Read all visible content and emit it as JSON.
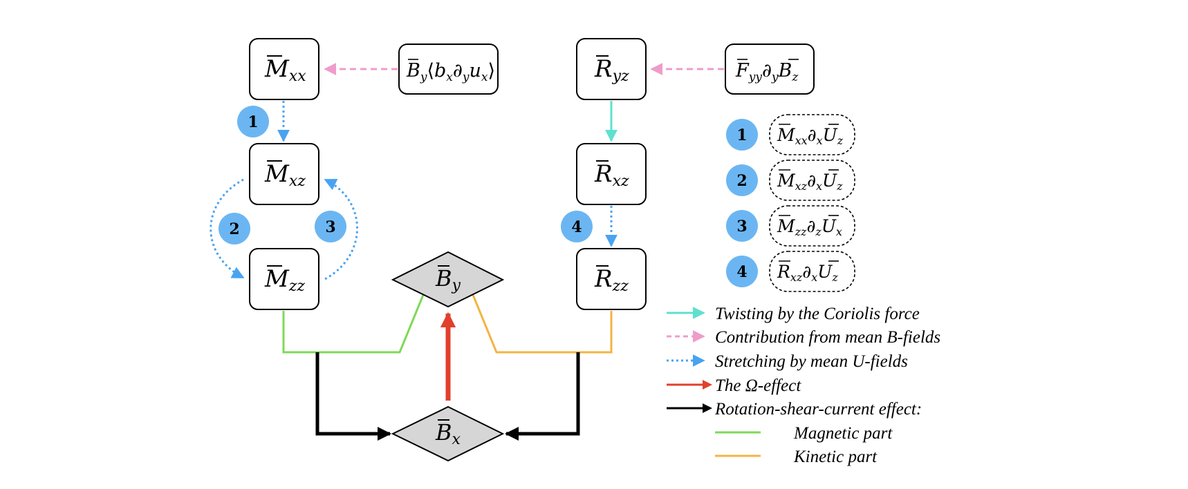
{
  "nodes": {
    "mxx": {
      "sym": "M",
      "sub": "xx"
    },
    "mxz": {
      "sym": "M",
      "sub": "xz"
    },
    "mzz": {
      "sym": "M",
      "sub": "zz"
    },
    "ryz": {
      "sym": "R",
      "sub": "yz"
    },
    "rxz": {
      "sym": "R",
      "sub": "xz"
    },
    "rzz": {
      "sym": "R",
      "sub": "zz"
    },
    "by": {
      "sym": "B",
      "sub": "y"
    },
    "bx": {
      "sym": "B",
      "sub": "x"
    }
  },
  "source_terms": {
    "mean_b_m": {
      "b1": "B",
      "s1": "y",
      "open": "⟨",
      "b2": "b",
      "s2": "x",
      "op": "∂",
      "s3": "y",
      "b3": "u",
      "s4": "x",
      "close": "⟩"
    },
    "mean_b_r": {
      "b1": "F",
      "s1": "yy",
      "op": "∂",
      "s2": "y",
      "b2": "B",
      "s3": "z"
    }
  },
  "badges": [
    "1",
    "2",
    "3",
    "4"
  ],
  "badge_terms": [
    {
      "a": "M",
      "as": "xx",
      "d": "x",
      "b": "U",
      "bs": "z"
    },
    {
      "a": "M",
      "as": "xz",
      "d": "x",
      "b": "U",
      "bs": "z"
    },
    {
      "a": "M",
      "as": "zz",
      "d": "z",
      "b": "U",
      "bs": "x"
    },
    {
      "a": "R",
      "as": "xz",
      "d": "x",
      "b": "U",
      "bs": "z"
    }
  ],
  "operator": "∂",
  "legend": {
    "coriolis": "Twisting by the Coriolis force",
    "mean_b": "Contribution from mean B-fields",
    "stretching": "Stretching by mean U-fields",
    "omega": "The Ω-effect",
    "rsc": "Rotation-shear-current effect:",
    "magnetic": "Magnetic part",
    "kinetic": "Kinetic part"
  },
  "colors": {
    "coriolis": "#5fe0cf",
    "mean_b": "#ef9ccb",
    "stretching": "#4aa3f0",
    "omega": "#e0402c",
    "rsc": "#000000",
    "magnetic": "#7ed957",
    "kinetic": "#f5b342",
    "badge": "#6bb6f2",
    "diamond": "#d6d6d6"
  }
}
